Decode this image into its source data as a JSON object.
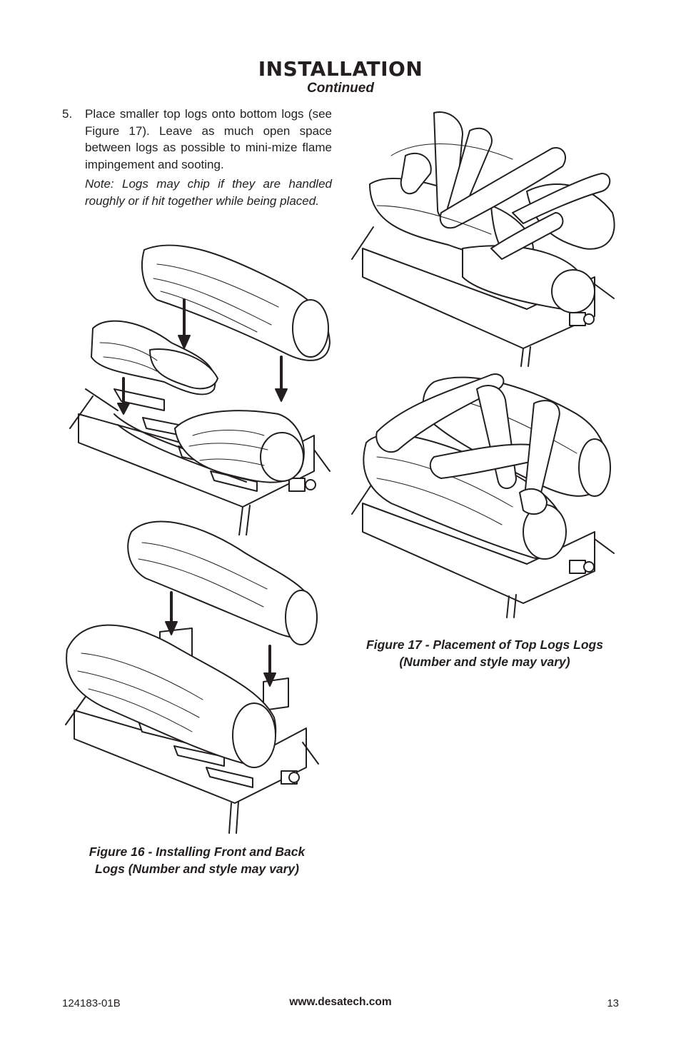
{
  "header": {
    "title": "INSTALLATION",
    "subtitle": "Continued"
  },
  "instruction": {
    "number": "5.",
    "text": "Place smaller top logs onto bottom logs (see Figure 17). Leave as much open space between logs as possible to mini-mize flame impingement and sooting.",
    "note": "Note: Logs may chip if they are handled roughly or if hit together while being placed."
  },
  "figures": {
    "fig16": {
      "caption_line1": "Figure 16 - Installing Front and Back",
      "caption_line2": "Logs (Number and style may vary)"
    },
    "fig17": {
      "caption_line1": "Figure 17 - Placement of Top Logs Logs",
      "caption_line2": "(Number and style may vary)"
    }
  },
  "footer": {
    "doc_number": "124183-01B",
    "website": "www.desatech.com",
    "page_number": "13"
  },
  "colors": {
    "ink": "#231f20",
    "paper": "#ffffff"
  }
}
